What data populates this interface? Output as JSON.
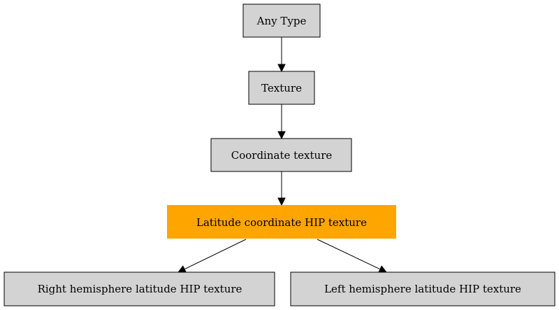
{
  "diagram": {
    "nodes": [
      {
        "id": "any_type",
        "label": "Any Type",
        "highlight": false
      },
      {
        "id": "texture",
        "label": "Texture",
        "highlight": false
      },
      {
        "id": "coordinate_texture",
        "label": "Coordinate texture",
        "highlight": false
      },
      {
        "id": "latitude_hip",
        "label": "Latitude coordinate HIP texture",
        "highlight": true
      },
      {
        "id": "right_hemi",
        "label": "Right hemisphere latitude HIP texture",
        "highlight": false
      },
      {
        "id": "left_hemi",
        "label": "Left hemisphere latitude HIP texture",
        "highlight": false
      }
    ],
    "edges": [
      {
        "from": "any_type",
        "to": "texture"
      },
      {
        "from": "texture",
        "to": "coordinate_texture"
      },
      {
        "from": "coordinate_texture",
        "to": "latitude_hip"
      },
      {
        "from": "latitude_hip",
        "to": "right_hemi"
      },
      {
        "from": "latitude_hip",
        "to": "left_hemi"
      }
    ],
    "colors": {
      "node_fill": "#d3d3d3",
      "highlight_fill": "#ffa500",
      "border": "#000000",
      "edge": "#000000"
    }
  }
}
